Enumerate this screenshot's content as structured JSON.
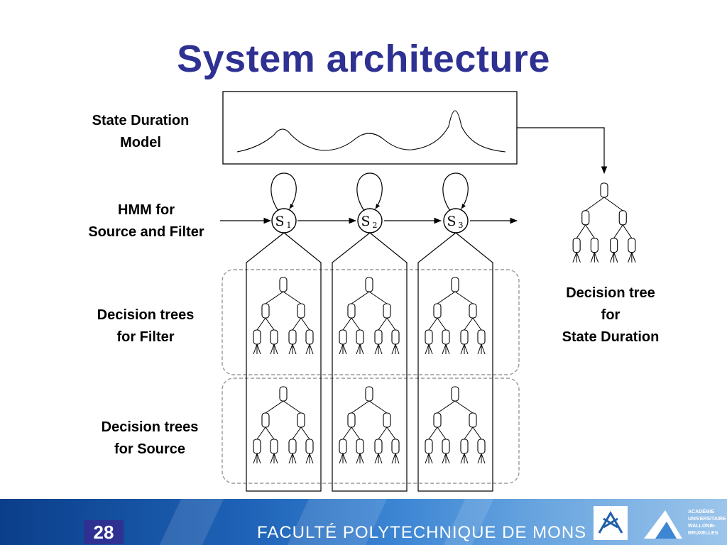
{
  "title": "System architecture",
  "labels": {
    "state_duration_model": [
      "State Duration",
      "Model"
    ],
    "hmm": [
      "HMM for",
      "Source and Filter"
    ],
    "trees_filter": [
      "Decision trees",
      "for Filter"
    ],
    "trees_source": [
      "Decision trees",
      "for Source"
    ],
    "tree_duration": [
      "Decision tree",
      "for",
      "State Duration"
    ]
  },
  "states": [
    {
      "main": "S",
      "sub": "1"
    },
    {
      "main": "S",
      "sub": "2"
    },
    {
      "main": "S",
      "sub": "3"
    }
  ],
  "footer": {
    "page_number": "28",
    "faculty": "FACULTÉ POLYTECHNIQUE DE MONS",
    "academie_lines": [
      "ACADÉMIE",
      "UNIVERSITAIRE",
      "WALLONIE-",
      "BRUXELLES"
    ]
  },
  "colors": {
    "title": "#2e3192",
    "footer_dark": "#0b3e8a",
    "footer_light": "#9cc5ea",
    "page_number_bg": "#2e3192"
  }
}
